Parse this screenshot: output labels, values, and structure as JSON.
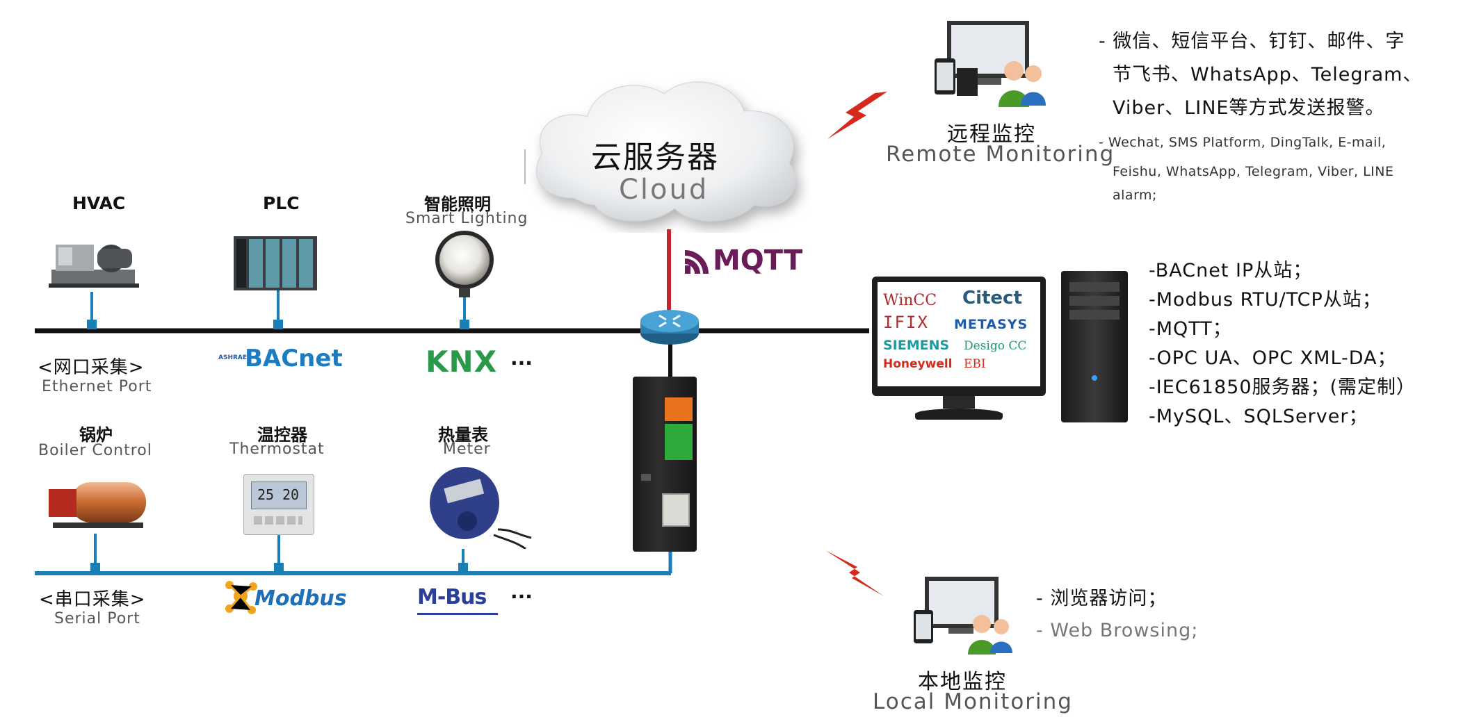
{
  "cloud": {
    "title_cn": "云服务器",
    "title_en": "Cloud"
  },
  "mqtt_logo": "MQTT",
  "ethernet_port": {
    "label_cn": "<网口采集>",
    "label_en": "Ethernet Port"
  },
  "serial_port": {
    "label_cn": "<串口采集>",
    "label_en": "Serial Port"
  },
  "devices_top": [
    {
      "title": "HVAC"
    },
    {
      "title": "PLC"
    },
    {
      "title_cn": "智能照明",
      "title_en": "Smart Lighting"
    }
  ],
  "devices_bottom": [
    {
      "title_cn": "锅炉",
      "title_en": "Boiler Control"
    },
    {
      "title_cn": "温控器",
      "title_en": "Thermostat",
      "display_values": [
        "25",
        "20"
      ]
    },
    {
      "title_cn": "热量表",
      "title_en": "Meter"
    }
  ],
  "protocol_logos_top": {
    "bacnet": "BACnet",
    "bacnet_small": "ASHRAE",
    "knx": "KNX",
    "more": "···"
  },
  "protocol_logos_bottom": {
    "modbus": "Modbus",
    "mbus": "M-Bus",
    "more": "···"
  },
  "remote": {
    "label_cn": "远程监控",
    "label_en": "Remote Monitoring",
    "lines_cn": [
      "- 微信、短信平台、钉钉、邮件、字",
      "节飞书、WhatsApp、Telegram、",
      "Viber、LINE等方式发送报警。"
    ],
    "lines_en": [
      "- Wechat, SMS Platform, DingTalk, E-mail,",
      "Feishu, WhatsApp, Telegram, Viber,  LINE",
      "alarm;"
    ]
  },
  "scada": {
    "brands": [
      "WinCC",
      "Citect",
      "IFIX",
      "METASYS",
      "SIEMENS",
      "Desigo CC",
      "Honeywell",
      "EBI"
    ],
    "protocols": [
      "-BACnet IP从站；",
      "-Modbus RTU/TCP从站；",
      "-MQTT；",
      "-OPC UA、OPC XML-DA；",
      "-IEC61850服务器；(需定制）",
      "-MySQL、SQLServer；"
    ]
  },
  "local": {
    "label_cn": "本地监控",
    "label_en": "Local Monitoring",
    "line_cn": "- 浏览器访问；",
    "line_en": "- Web Browsing;"
  },
  "colors": {
    "ethernet_line": "#111111",
    "serial_line": "#1a7fb8",
    "mqtt_line": "#c0262c",
    "mqtt_purple": "#6b1b57",
    "bolt": "#d42a1e"
  }
}
